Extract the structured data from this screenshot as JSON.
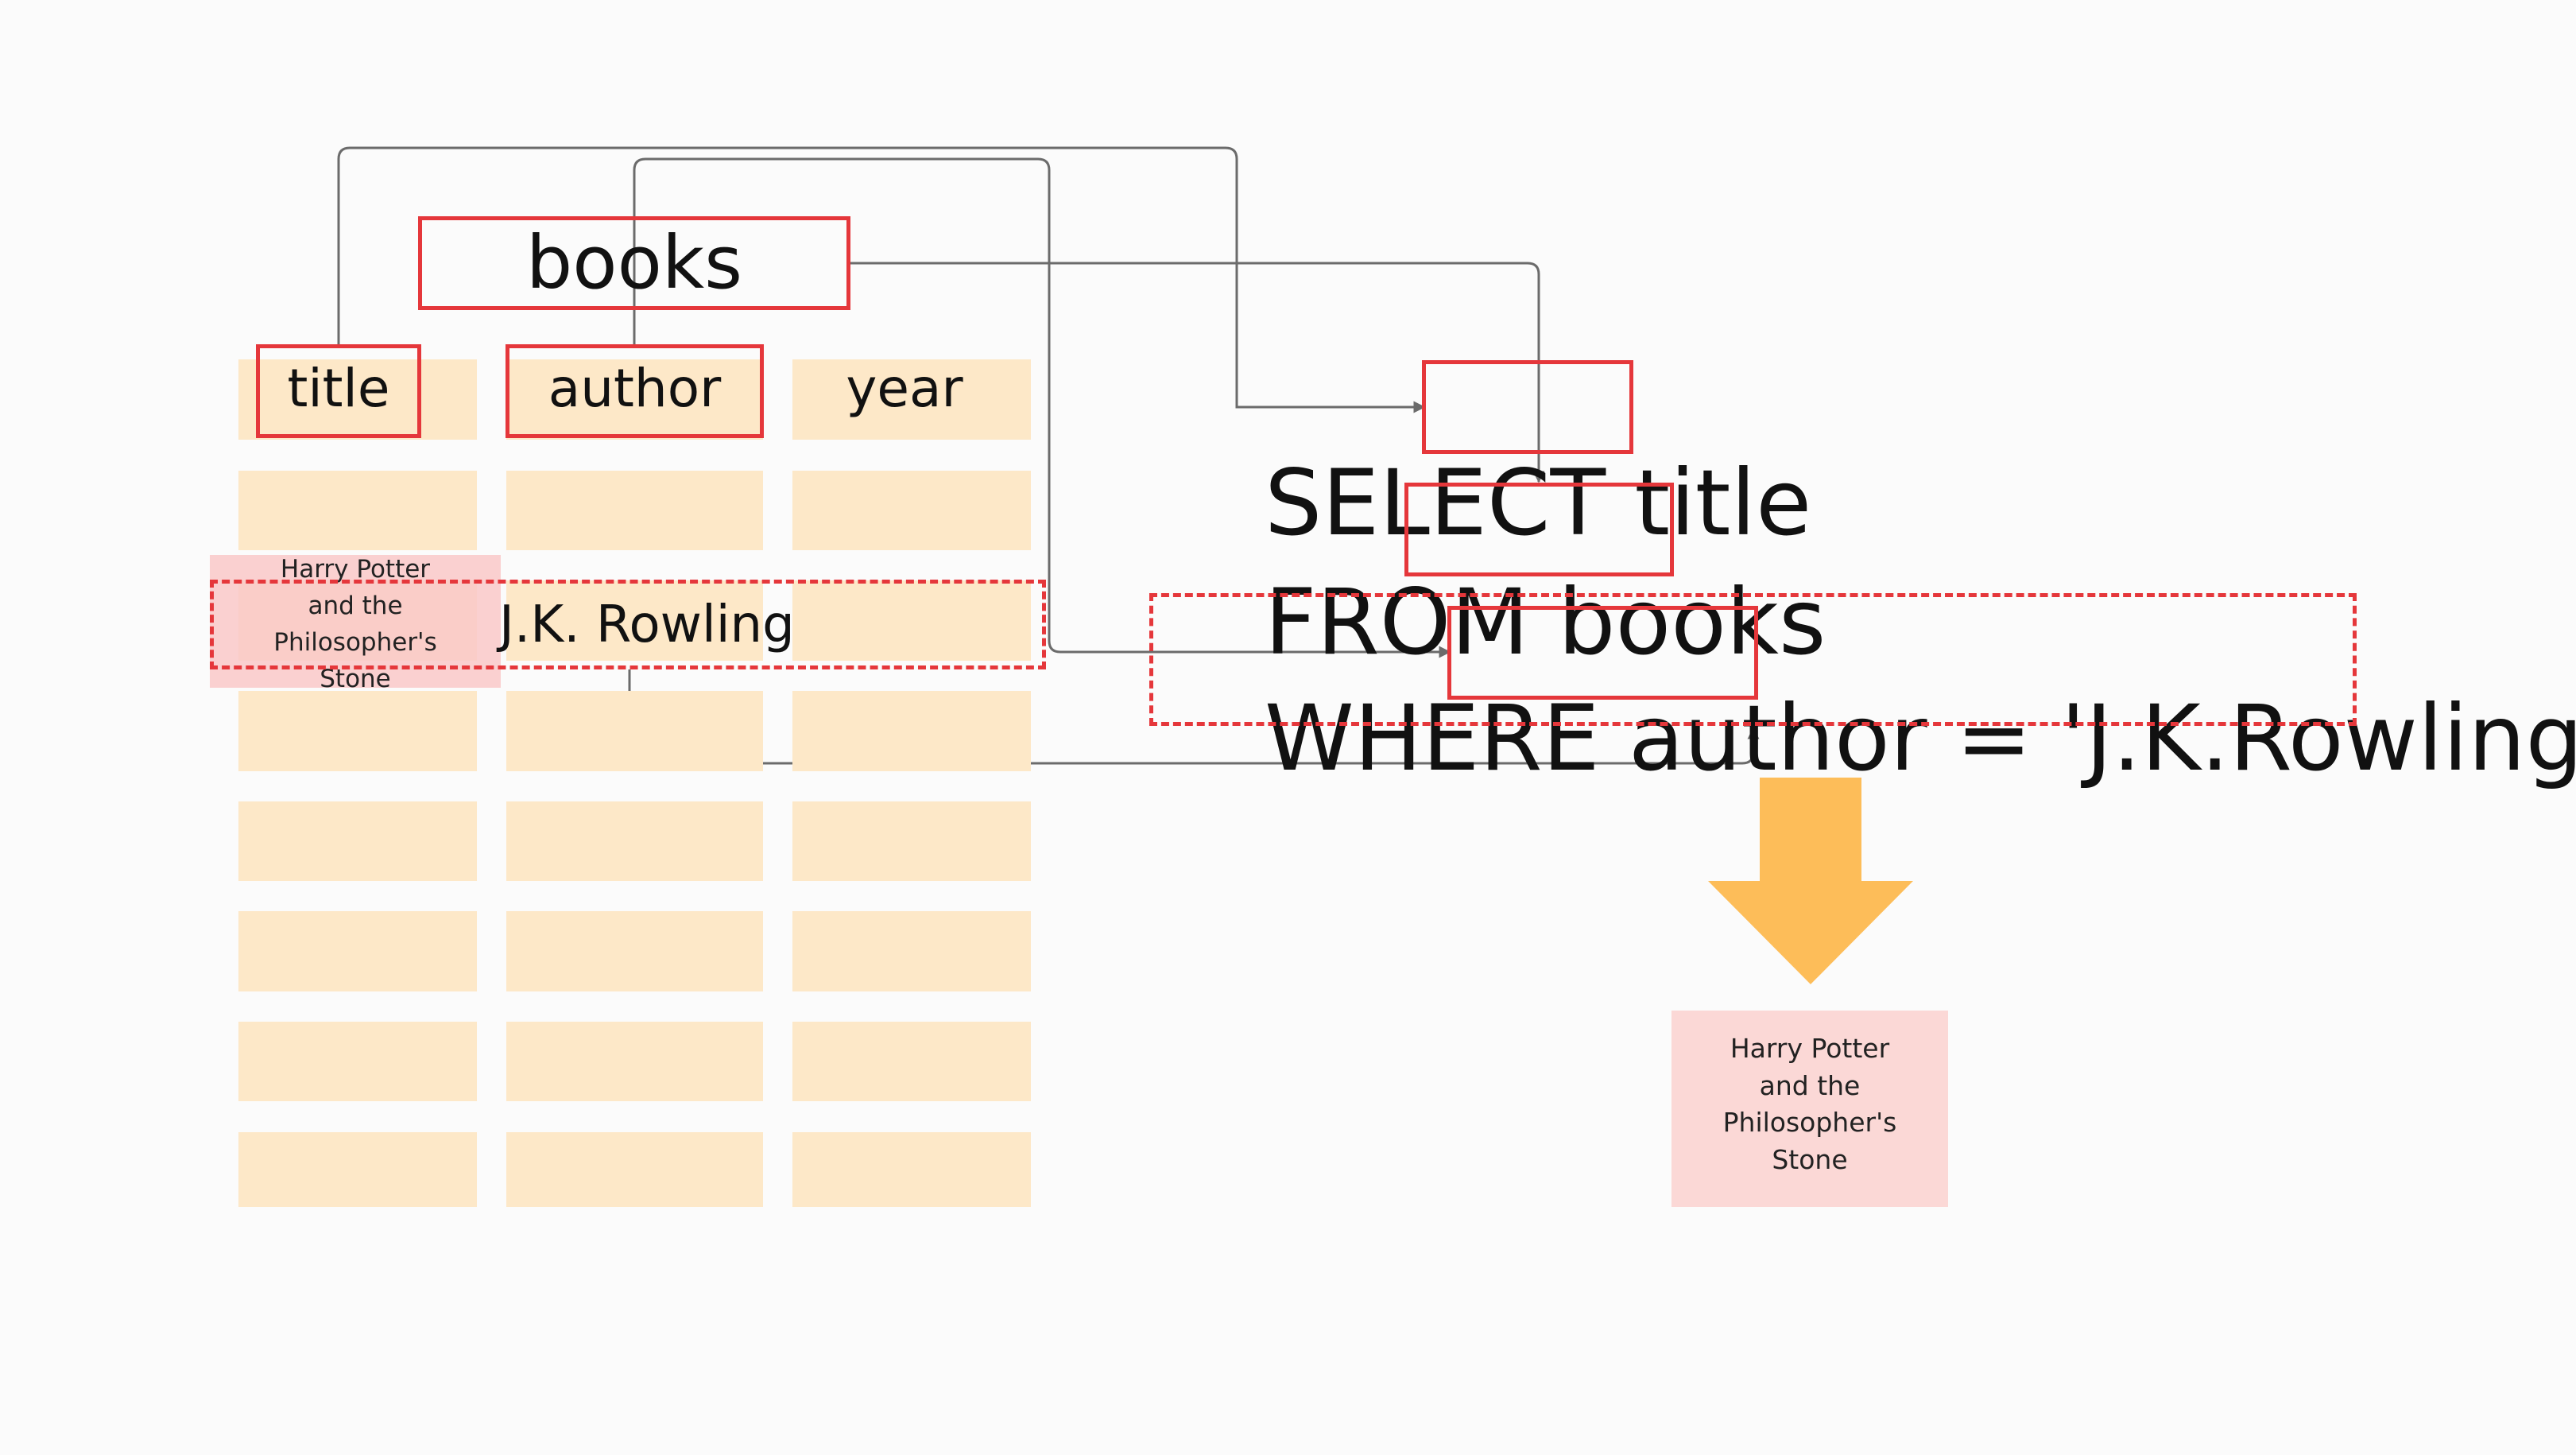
{
  "table": {
    "name": "books",
    "columns": [
      "title",
      "author",
      "year"
    ],
    "highlighted_row": {
      "title": "Harry Potter and the Philosopher's Stone",
      "title_lines": [
        "Harry Potter",
        "and the",
        "Philosopher's",
        "Stone"
      ],
      "author": "J.K. Rowling"
    }
  },
  "sql": {
    "select_keyword": "SELECT",
    "select_column": "title",
    "from_keyword": "FROM",
    "from_table": "books",
    "where_keyword": "WHERE",
    "where_column": "author",
    "where_rest": "= 'J.K.Rowling';"
  },
  "result": {
    "lines": [
      "Harry Potter",
      "and the",
      "Philosopher's",
      "Stone"
    ]
  },
  "colors": {
    "cell": "#fde8c8",
    "highlight": "#e5373b",
    "result_bg": "#fbd8d6",
    "arrow": "#fdbd59",
    "connector": "#6b6b6b"
  }
}
